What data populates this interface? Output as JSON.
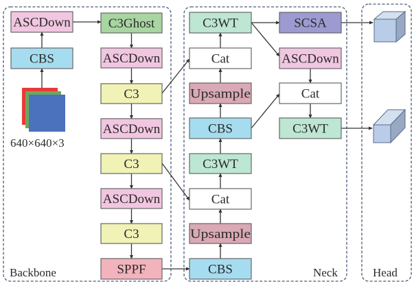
{
  "panels": {
    "backbone": {
      "label": "Backbone"
    },
    "neck": {
      "label": "Neck"
    },
    "head": {
      "label": "Head"
    }
  },
  "input": {
    "label": "640×640×3"
  },
  "colors": {
    "ASCDown": "#f1c6e0",
    "CBS": "#a6dcef",
    "C3Ghost": "#a8d5a2",
    "C3": "#f0f2b6",
    "SPPF": "#f2b3bc",
    "C3WT": "#bde6d3",
    "Cat": "#ffffff",
    "Upsample": "#d9a9b5",
    "SCSA": "#9c9ad0",
    "border": "#666666",
    "panel_border": "#4a5a78",
    "cube_front": "#b9cde8",
    "cube_top": "#d3e0f0",
    "cube_side": "#98a9c4"
  },
  "nodes": [
    {
      "id": "b_cbs",
      "label": "CBS",
      "type": "CBS"
    },
    {
      "id": "b_ascdown0",
      "label": "ASCDown",
      "type": "ASCDown"
    },
    {
      "id": "b_c3ghost",
      "label": "C3Ghost",
      "type": "C3Ghost"
    },
    {
      "id": "b_ascdown1",
      "label": "ASCDown",
      "type": "ASCDown"
    },
    {
      "id": "b_c3_1",
      "label": "C3",
      "type": "C3"
    },
    {
      "id": "b_ascdown2",
      "label": "ASCDown",
      "type": "ASCDown"
    },
    {
      "id": "b_c3_2",
      "label": "C3",
      "type": "C3"
    },
    {
      "id": "b_ascdown3",
      "label": "ASCDown",
      "type": "ASCDown"
    },
    {
      "id": "b_c3_3",
      "label": "C3",
      "type": "C3"
    },
    {
      "id": "b_sppf",
      "label": "SPPF",
      "type": "SPPF"
    },
    {
      "id": "n_cbs1",
      "label": "CBS",
      "type": "CBS"
    },
    {
      "id": "n_up1",
      "label": "Upsample",
      "type": "Upsample"
    },
    {
      "id": "n_cat1",
      "label": "Cat",
      "type": "Cat"
    },
    {
      "id": "n_c3wt1",
      "label": "C3WT",
      "type": "C3WT"
    },
    {
      "id": "n_cbs2",
      "label": "CBS",
      "type": "CBS"
    },
    {
      "id": "n_up2",
      "label": "Upsample",
      "type": "Upsample"
    },
    {
      "id": "n_cat2",
      "label": "Cat",
      "type": "Cat"
    },
    {
      "id": "n_c3wt2",
      "label": "C3WT",
      "type": "C3WT"
    },
    {
      "id": "n_scsa",
      "label": "SCSA",
      "type": "SCSA"
    },
    {
      "id": "n_ascdown",
      "label": "ASCDown",
      "type": "ASCDown"
    },
    {
      "id": "n_cat3",
      "label": "Cat",
      "type": "Cat"
    },
    {
      "id": "n_c3wt3",
      "label": "C3WT",
      "type": "C3WT"
    }
  ],
  "edges": [
    [
      "input",
      "b_cbs"
    ],
    [
      "b_cbs",
      "b_ascdown0"
    ],
    [
      "b_ascdown0",
      "b_c3ghost"
    ],
    [
      "b_c3ghost",
      "b_ascdown1"
    ],
    [
      "b_ascdown1",
      "b_c3_1"
    ],
    [
      "b_c3_1",
      "b_ascdown2"
    ],
    [
      "b_ascdown2",
      "b_c3_2"
    ],
    [
      "b_c3_2",
      "b_ascdown3"
    ],
    [
      "b_ascdown3",
      "b_c3_3"
    ],
    [
      "b_c3_3",
      "b_sppf"
    ],
    [
      "b_sppf",
      "n_cbs1"
    ],
    [
      "n_cbs1",
      "n_up1"
    ],
    [
      "n_up1",
      "n_cat1"
    ],
    [
      "b_c3_2",
      "n_cat1"
    ],
    [
      "n_cat1",
      "n_c3wt1"
    ],
    [
      "n_c3wt1",
      "n_cbs2"
    ],
    [
      "n_cbs2",
      "n_up2"
    ],
    [
      "n_up2",
      "n_cat2"
    ],
    [
      "b_c3_1",
      "n_cat2"
    ],
    [
      "n_cat2",
      "n_c3wt2"
    ],
    [
      "n_c3wt2",
      "n_scsa"
    ],
    [
      "n_c3wt2",
      "n_ascdown"
    ],
    [
      "n_ascdown",
      "n_cat3"
    ],
    [
      "n_cbs2",
      "n_cat3"
    ],
    [
      "n_cat3",
      "n_c3wt3"
    ],
    [
      "n_scsa",
      "head_out1"
    ],
    [
      "n_c3wt3",
      "head_out2"
    ]
  ],
  "head_outputs": [
    {
      "id": "head_out1",
      "icon": "cube-icon"
    },
    {
      "id": "head_out2",
      "icon": "cuboid-icon"
    }
  ]
}
